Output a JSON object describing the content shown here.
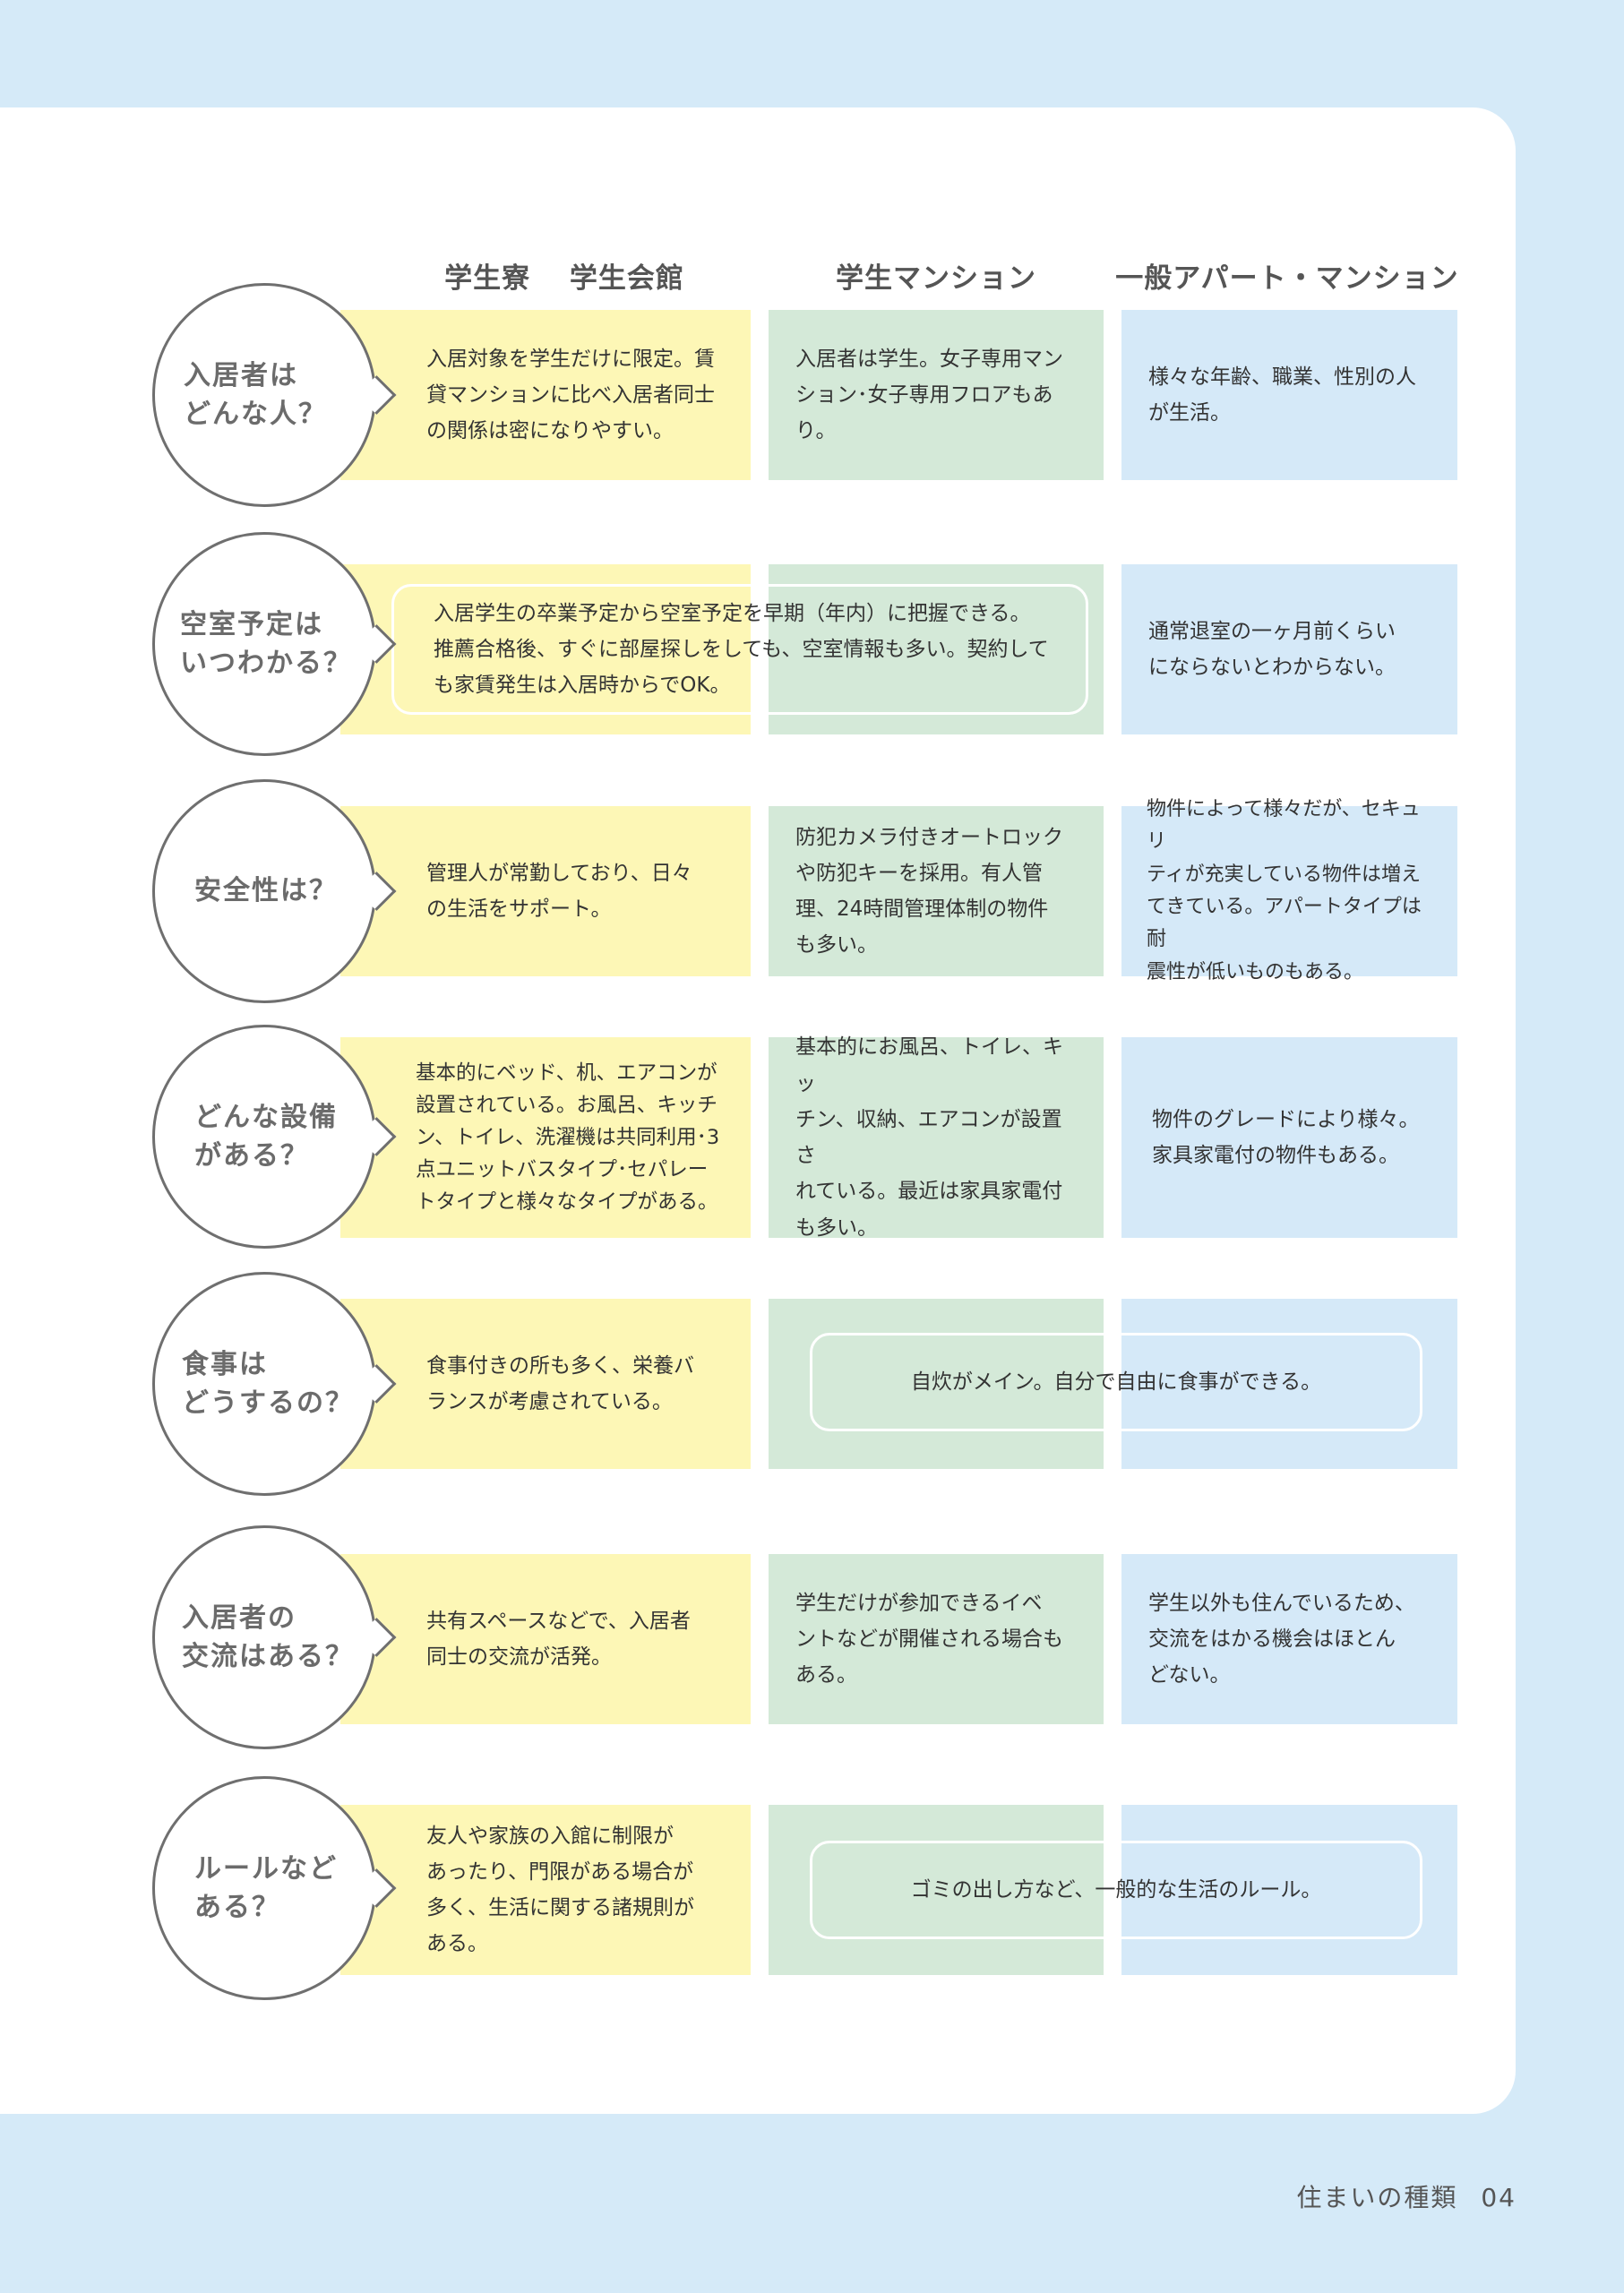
{
  "columns": [
    "学生寮　 学生会館",
    "学生マンション",
    "一般アパート・マンション"
  ],
  "rows": [
    {
      "question": "入居者は\nどんな人？",
      "dorm": "入居対象を学生だけに限定。賃\n貸マンションに比べ入居者同士\nの関係は密になりやすい。",
      "student_mansion": "入居者は学生。女子専用マン\nション･女子専用フロアもあり。",
      "general": "様々な年齢、職業、性別の人\nが生活。"
    },
    {
      "question": "空室予定は\nいつわかる？",
      "dorm_and_student_mansion": "入居学生の卒業予定から空室予定を早期（年内）に把握できる。\n推薦合格後、すぐに部屋探しをしても、空室情報も多い。契約して\nも家賃発生は入居時からでOK。",
      "general": "通常退室の一ヶ月前くらい\nにならないとわからない。"
    },
    {
      "question": "安全性は？",
      "dorm": "管理人が常勤しており、日々\nの生活をサポート。",
      "student_mansion": "防犯カメラ付きオートロック\nや防犯キーを採用。有人管\n理、24時間管理体制の物件\nも多い。",
      "general": "物件によって様々だが、セキュリ\nティが充実している物件は増え\nてきている。アパートタイプは耐\n震性が低いものもある。"
    },
    {
      "question": "どんな設備\nがある？",
      "dorm": "基本的にベッド、机、エアコンが\n設置されている。お風呂、キッチ\nン、トイレ、洗濯機は共同利用･3\n点ユニットバスタイプ･セパレー\nトタイプと様々なタイプがある。",
      "student_mansion": "基本的にお風呂、トイレ、キッ\nチン、収納、エアコンが設置さ\nれている。最近は家具家電付\nも多い。",
      "general": "物件のグレードにより様々。\n家具家電付の物件もある。"
    },
    {
      "question": "食事は\nどうするの？",
      "dorm": "食事付きの所も多く、栄養バ\nランスが考慮されている。",
      "student_mansion_and_general": "自炊がメイン。自分で自由に食事ができる。"
    },
    {
      "question": "入居者の\n交流はある？",
      "dorm": "共有スペースなどで、入居者\n同士の交流が活発。",
      "student_mansion": "学生だけが参加できるイベ\nントなどが開催される場合も\nある。",
      "general": "学生以外も住んでいるため、\n交流をはかる機会はほとん\nどない。"
    },
    {
      "question": "ルールなど\nある？",
      "dorm": "友人や家族の入館に制限が\nあったり、門限がある場合が\n多く、生活に関する諸規則が\nある。",
      "student_mansion_and_general": "ゴミの出し方など、一般的な生活のルール。"
    }
  ],
  "footer": {
    "section": "住まいの種類",
    "page": "04"
  }
}
